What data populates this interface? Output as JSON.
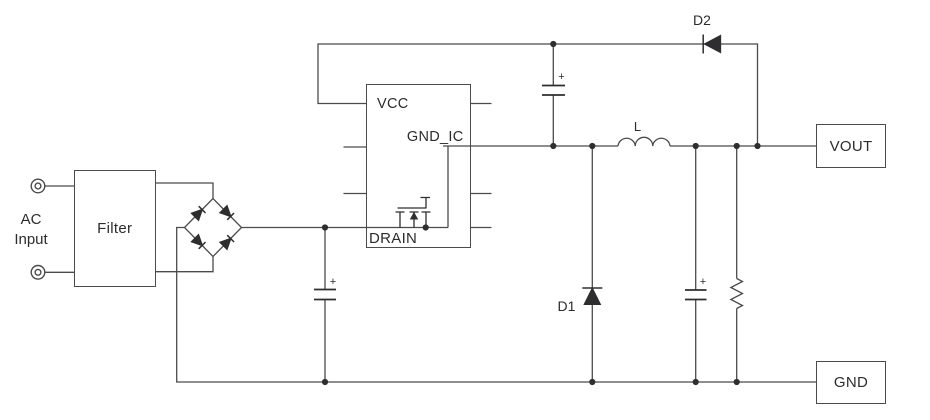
{
  "labels": {
    "ac_input": [
      "AC",
      "Input"
    ],
    "filter": "Filter",
    "ic": {
      "vcc": "VCC",
      "gnd_ic": "GND_IC",
      "drain": "DRAIN"
    },
    "diode_d2": "D2",
    "diode_d1": "D1",
    "inductor": "L",
    "vout": "VOUT",
    "gnd": "GND",
    "cap_plus": "+"
  },
  "colors": {
    "wire": "#4a4b4d",
    "solid_symbol": "#2e2e30",
    "text": "#2c2c2e",
    "background": "#ffffff"
  }
}
